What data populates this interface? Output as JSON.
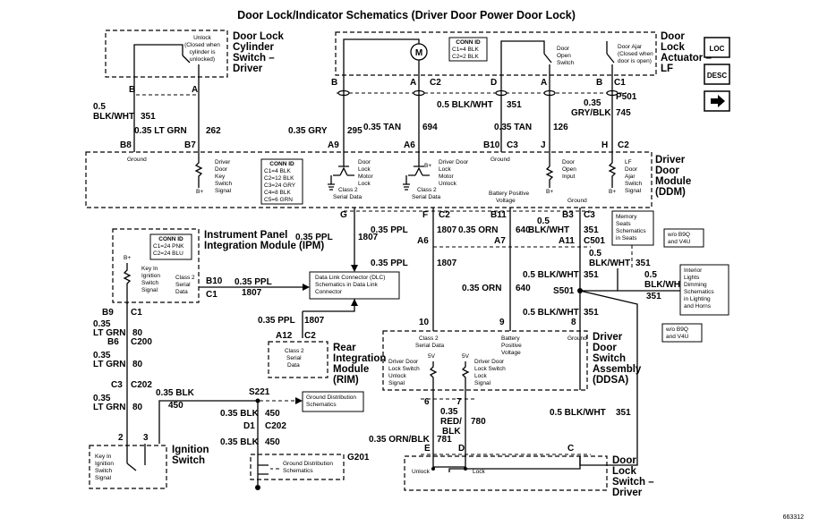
{
  "title": "Door Lock/Indicator Schematics (Driver Door Power Door Lock)",
  "figure_id": "663312",
  "nav": {
    "loc": "LOC",
    "desc": "DESC"
  },
  "components": {
    "cyl_switch": {
      "l1": "Door Lock",
      "l2": "Cylinder",
      "l3": "Switch –",
      "l4": "Driver",
      "note1": "Unlock",
      "note2": "(Closed when",
      "note3": "cylinder is",
      "note4": "unlocked)"
    },
    "actuator": {
      "l1": "Door",
      "l2": "Lock",
      "l3": "Actuator –",
      "l4": "LF",
      "conn_title": "CONN ID",
      "conn1": "C1=4 BLK",
      "conn2": "C2=2 BLK",
      "open_sw1": "Door",
      "open_sw2": "Open",
      "open_sw3": "Switch",
      "ajar1": "Door Ajar",
      "ajar2": "(Closed when",
      "ajar3": "door is open)",
      "motor": "M"
    },
    "ddm": {
      "l1": "Driver",
      "l2": "Door",
      "l3": "Module",
      "l4": "(DDM)",
      "ground": "Ground",
      "bplus": "B+",
      "key1": "Driver",
      "key2": "Door",
      "key3": "Key",
      "key4": "Switch",
      "key5": "Signal",
      "conn_title": "CONN ID",
      "conn1": "C1=4 BLK",
      "conn2": "C2=12 BLK",
      "conn3": "C3=24 GRY",
      "conn4": "C4=8 BLK",
      "conn5": "C5=6 GRN",
      "lock1": "Door",
      "lock2": "Lock",
      "lock3": "Motor",
      "lock4": "Lock",
      "unl1": "Driver Door",
      "unl2": "Lock",
      "unl3": "Motor",
      "unl4": "Unlock",
      "open1": "Door",
      "open2": "Open",
      "open3": "Input",
      "ajar1": "LF",
      "ajar2": "Door",
      "ajar3": "Ajar",
      "ajar4": "Switch",
      "ajar5": "Signal",
      "cs2a1": "Class 2",
      "cs2a2": "Serial Data",
      "cs2b1": "Class 2",
      "cs2b2": "Serial Data",
      "bpv1": "Battery Positive",
      "bpv2": "Voltage",
      "ground2": "Ground"
    },
    "ipm": {
      "l1": "Instrument Panel",
      "l2": "Integration Module (IPM)",
      "conn_title": "CONN ID",
      "conn1": "C1=24 PNK",
      "conn2": "C2=24 BLU",
      "bplus": "B+",
      "key1": "Key In",
      "key2": "Ignition",
      "key3": "Switch",
      "key4": "Signal",
      "cs1": "Class 2",
      "cs2": "Serial",
      "cs3": "Data"
    },
    "dlc": {
      "l1": "Data Link Connector (DLC)",
      "l2": "Schematics in Data Link",
      "l3": "Connector"
    },
    "rim": {
      "l1": "Rear",
      "l2": "Integration",
      "l3": "Module",
      "l4": "(RIM)",
      "cs1": "Class 2",
      "cs2": "Serial",
      "cs3": "Data"
    },
    "gnd_dist1": {
      "l1": "Ground Distribution",
      "l2": "Schematics"
    },
    "gnd_dist2": {
      "l1": "Ground Distribution",
      "l2": "Schematics"
    },
    "mem": {
      "l1": "Memory",
      "l2": "Seats",
      "l3": "Schematics",
      "l4": "in Seats"
    },
    "wo1": {
      "l1": "w/o B9Q",
      "l2": "and V4U"
    },
    "wo2": {
      "l1": "w/o B9Q",
      "l2": "and V4U"
    },
    "interior": {
      "l1": "Interior",
      "l2": "Lights",
      "l3": "Dimming",
      "l4": "Schematics",
      "l5": "in Lighting",
      "l6": "and Horns"
    },
    "ddsa": {
      "l1": "Driver",
      "l2": "Door",
      "l3": "Switch",
      "l4": "Assembly",
      "l5": "(DDSA)",
      "cs1": "Class 2",
      "cs2": "Serial Data",
      "bpv1": "Battery",
      "bpv2": "Positive",
      "bpv3": "Voltage",
      "gnd": "Ground",
      "v5a": "5V",
      "v5b": "5V",
      "unl1": "Driver Door",
      "unl2": "Lock Switch",
      "unl3": "Unlock",
      "unl4": "Signal",
      "lk1": "Driver Door",
      "lk2": "Lock Switch",
      "lk3": "Lock",
      "lk4": "Signal"
    },
    "ign": {
      "l1": "Ignition",
      "l2": "Switch",
      "n1": "Key In",
      "n2": "Ignition",
      "n3": "Switch",
      "n4": "Signal"
    },
    "dls": {
      "l1": "Door",
      "l2": "Lock",
      "l3": "Switch –",
      "l4": "Driver",
      "unlock": "Unlock",
      "lock": "Lock"
    }
  },
  "pins": {
    "cyl_b": "B",
    "cyl_a": "A",
    "act_b": "B",
    "act_a": "A",
    "act_c2": "C2",
    "act_d": "D",
    "act_a2": "A",
    "act_b2": "B",
    "act_c1": "C1",
    "p501": "P501",
    "ddm_b8": "B8",
    "ddm_b7": "B7",
    "ddm_a9": "A9",
    "ddm_a6": "A6",
    "ddm_b10": "B10",
    "ddm_c3": "C3",
    "ddm_j": "J",
    "ddm_h": "H",
    "ddm_c2": "C2",
    "ddm_g": "G",
    "ddm_f": "F",
    "ddm_c2b": "C2",
    "ddm_b11": "B11",
    "ddm_b3": "B3",
    "ddm_c3b": "C3",
    "a6": "A6",
    "a7": "A7",
    "a11": "A11",
    "c501": "C501",
    "ipm_b10": "B10",
    "ipm_c1": "C1",
    "ipm_b9": "B9",
    "ipm_c1b": "C1",
    "b6": "B6",
    "c200": "C200",
    "c3": "C3",
    "c202": "C202",
    "a12": "A12",
    "c2": "C2",
    "s221": "S221",
    "d1": "D1",
    "c202b": "C202",
    "g201": "G201",
    "ign2": "2",
    "ign3": "3",
    "ddsa10": "10",
    "ddsa9": "9",
    "ddsa8": "8",
    "ddsa6": "6",
    "ddsa7": "7",
    "dls_e": "E",
    "dls_d": "D",
    "dls_c": "C",
    "s501": "S501"
  },
  "wires": {
    "w351a": "0.5",
    "w351a2": "BLK/WHT",
    "w351a3": "351",
    "w262": "0.35 LT GRN",
    "w262n": "262",
    "w295": "0.35 GRY",
    "w295n": "295",
    "w694": "0.35 TAN",
    "w694n": "694",
    "w351b": "0.5 BLK/WHT",
    "w351bn": "351",
    "w126": "0.35 TAN",
    "w126n": "126",
    "w745a": "0.35",
    "w745b": "GRY/BLK",
    "w745n": "745",
    "w1807a": "0.35 PPL",
    "w1807an": "1807",
    "w1807b": "0.35 PPL",
    "w1807bn": "1807",
    "w640a": "0.35 ORN",
    "w640an": "640",
    "w351c1": "0.5",
    "w351c2": "BLK/WHT",
    "w351cn": "351",
    "w1807c": "0.35 PPL",
    "w1807cn": "1807",
    "w351d1": "0.5",
    "w351d2": "BLK/WHT",
    "w351dn": "351",
    "w351e": "0.5 BLK/WHT",
    "w351en": "351",
    "w351f1": "0.5",
    "w351f2": "BLK/WHT",
    "w351fn": "351",
    "w640b": "0.35 ORN",
    "w640bn": "640",
    "w351g": "0.5 BLK/WHT",
    "w351gn": "351",
    "w1807d": "0.35 PPL",
    "w1807dn": "1807",
    "w1807e": "0.35 PPL",
    "w1807en": "1807",
    "w80a1": "0.35",
    "w80a2": "LT GRN",
    "w80an": "80",
    "w80b1": "0.35",
    "w80b2": "LT GRN",
    "w80bn": "80",
    "w80c1": "0.35",
    "w80c2": "LT GRN",
    "w80cn": "80",
    "w450a": "0.35 BLK",
    "w450an": "450",
    "w450b": "0.35 BLK",
    "w450bn": "450",
    "w450c": "0.35 BLK",
    "w450cn": "450",
    "w780a": "0.35",
    "w780b": "RED/",
    "w780c": "BLK",
    "w780n": "780",
    "w781": "0.35 ORN/BLK",
    "w781n": "781",
    "w351h": "0.5 BLK/WHT",
    "w351hn": "351"
  }
}
